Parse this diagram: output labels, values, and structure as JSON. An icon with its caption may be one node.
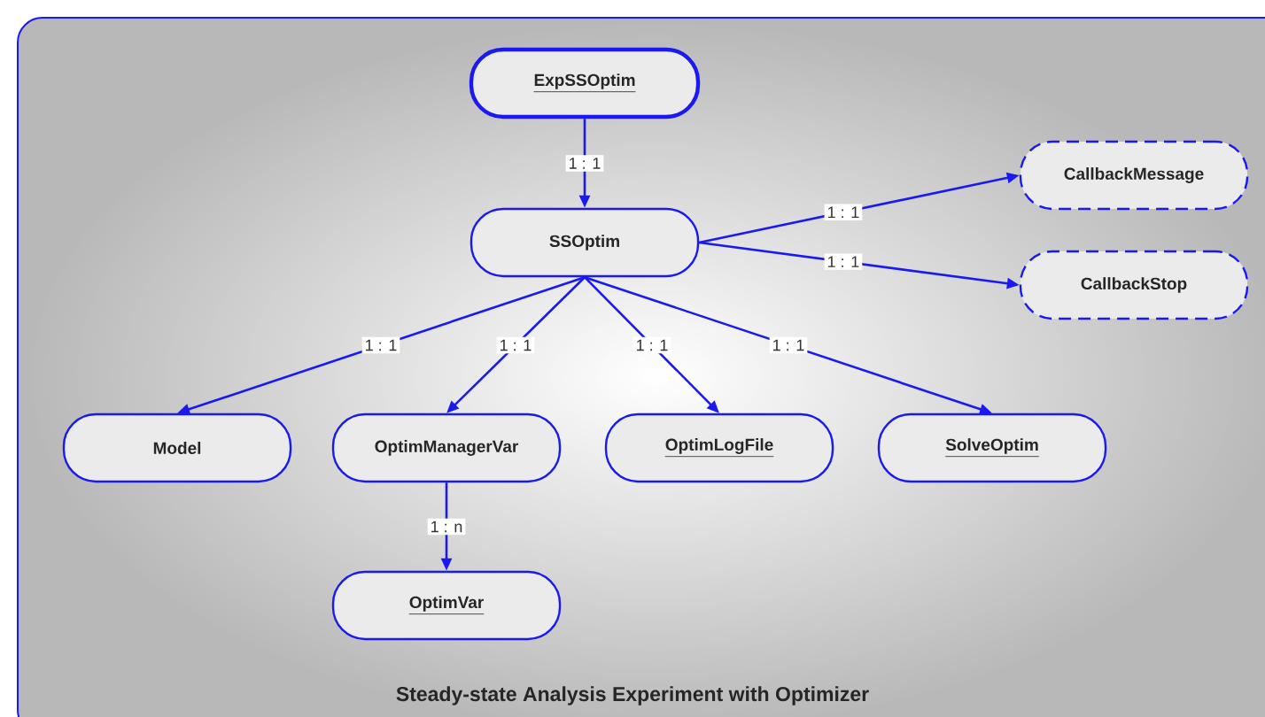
{
  "diagram": {
    "caption": "Steady-state Analysis Experiment with Optimizer",
    "nodes": [
      {
        "text": [
          "ExpSSOptim"
        ]
      },
      {
        "text": [
          "SSOptim"
        ]
      },
      {
        "text": [
          "CallbackMessage"
        ]
      },
      {
        "text": [
          "CallbackStop"
        ]
      },
      {
        "text": [
          "Model"
        ]
      },
      {
        "text": [
          "OptimManagerVar"
        ]
      },
      {
        "text": [
          "OptimLogFile"
        ]
      },
      {
        "text": [
          "SolveOptim"
        ]
      },
      {
        "text": [
          "OptimVar"
        ]
      }
    ],
    "edges": [
      {
        "from": 0,
        "to": 1,
        "arrow": "to",
        "label": "1 : 1"
      },
      {
        "from": 1,
        "to": 2,
        "arrow": "to",
        "label": "1 : 1"
      },
      {
        "from": 1,
        "to": 3,
        "arrow": "to",
        "label": "1 : 1"
      },
      {
        "from": 1,
        "to": 4,
        "arrow": "to",
        "label": "1 : 1"
      },
      {
        "from": 1,
        "to": 5,
        "arrow": "to",
        "label": "1 : 1"
      },
      {
        "from": 1,
        "to": 6,
        "arrow": "to",
        "label": "1 : 1"
      },
      {
        "from": 1,
        "to": 7,
        "arrow": "to",
        "label": "1 : 1"
      },
      {
        "from": 5,
        "to": 8,
        "arrow": "to",
        "label": "1 : n"
      }
    ]
  }
}
